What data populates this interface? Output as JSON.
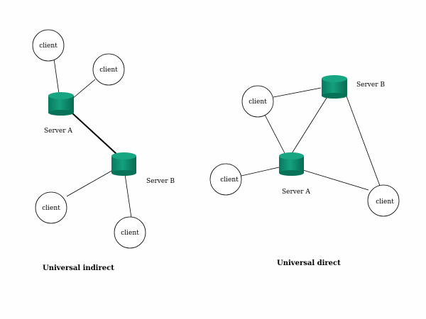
{
  "diagrams": [
    {
      "caption": "Universal indirect",
      "servers": [
        {
          "label": "Server A"
        },
        {
          "label": "Server B"
        }
      ],
      "clients": [
        {
          "label": "client"
        },
        {
          "label": "client"
        },
        {
          "label": "client"
        },
        {
          "label": "client"
        }
      ]
    },
    {
      "caption": "Universal direct",
      "servers": [
        {
          "label": "Server A"
        },
        {
          "label": "Server B"
        }
      ],
      "clients": [
        {
          "label": "client"
        },
        {
          "label": "client"
        },
        {
          "label": "client"
        }
      ]
    }
  ],
  "colors": {
    "server_fill": "#0c8c6c",
    "server_top": "#139a78",
    "server_shade": "#06684f",
    "line": "#000000"
  },
  "icons": {
    "server": "database-cylinder-icon",
    "client": "circle-node-icon"
  }
}
